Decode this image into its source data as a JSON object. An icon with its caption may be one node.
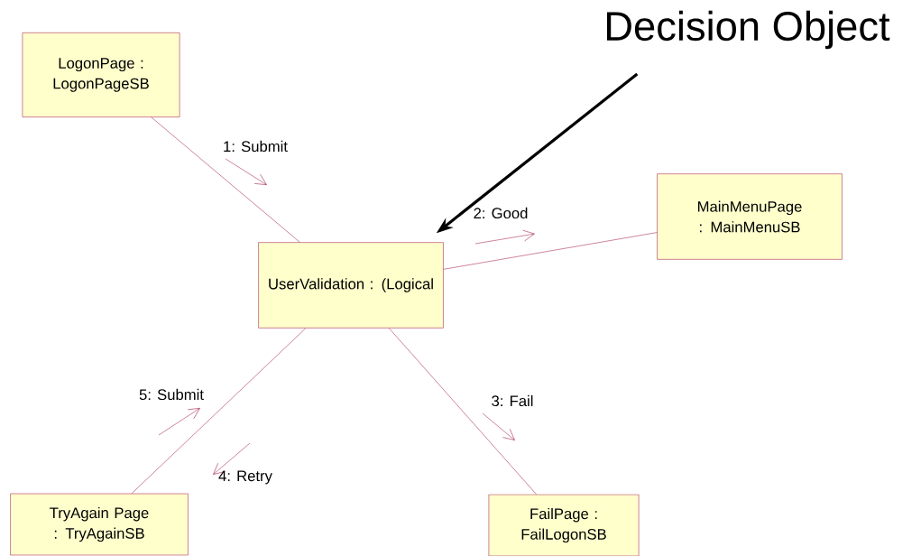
{
  "diagram": {
    "nodes": [
      {
        "text": [
          "LogonPage : LogonPageSB"
        ]
      },
      {
        "text": [
          "UserValidation : (Logical"
        ]
      },
      {
        "text": [
          "MainMenuPage : MainMenuSB"
        ]
      },
      {
        "text": [
          "TryAgain Page : TryAgainSB"
        ]
      },
      {
        "text": [
          "FailPage : FailLogonSB"
        ]
      },
      {
        "text": [
          "Decision Object"
        ]
      }
    ],
    "edges": [
      {
        "from": 0,
        "to": 1,
        "arrow": "none"
      },
      {
        "from": 1,
        "to": 2,
        "arrow": "none"
      },
      {
        "from": 1,
        "to": 3,
        "arrow": "none"
      },
      {
        "from": 1,
        "to": 4,
        "arrow": "none"
      },
      {
        "from": 5,
        "to": 1,
        "arrow": "to",
        "style": "thick",
        "color": "#000000"
      }
    ],
    "labels": [
      "1: Submit",
      "2: Good",
      "5: Submit",
      "3: Fail",
      "4: Retry"
    ]
  }
}
